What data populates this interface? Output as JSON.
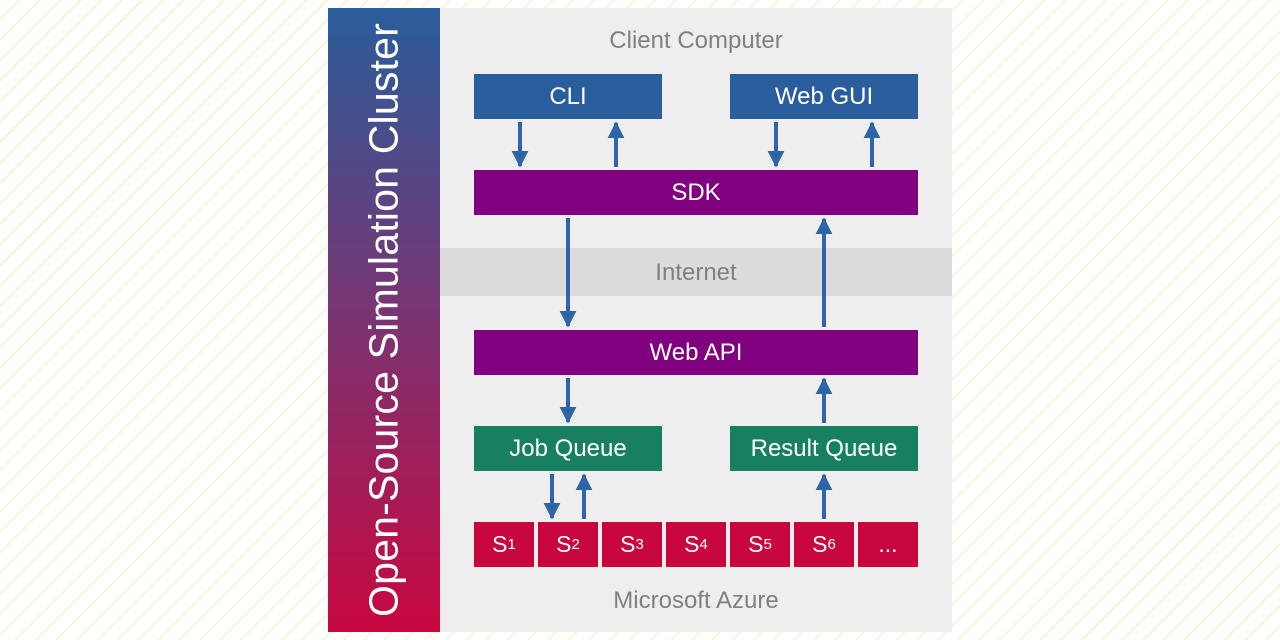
{
  "sidebar": {
    "title": "Open-Source Simulation Cluster"
  },
  "zones": {
    "client": "Client Computer",
    "internet": "Internet",
    "cloud": "Microsoft Azure"
  },
  "boxes": {
    "cli": "CLI",
    "web_gui": "Web GUI",
    "sdk": "SDK",
    "web_api": "Web API",
    "job_queue": "Job Queue",
    "result_queue": "Result Queue"
  },
  "simulators": [
    {
      "letter": "S",
      "index": "1"
    },
    {
      "letter": "S",
      "index": "2"
    },
    {
      "letter": "S",
      "index": "3"
    },
    {
      "letter": "S",
      "index": "4"
    },
    {
      "letter": "S",
      "index": "5"
    },
    {
      "letter": "S",
      "index": "6"
    }
  ],
  "simulators_more": "...",
  "colors": {
    "client_box": "#2a5d9b",
    "api_box": "#80007f",
    "queue_box": "#168060",
    "simulator_box": "#c8073f",
    "arrow": "#2e64a8",
    "panel": "#eeeeee",
    "internet_band": "#dcdcdc",
    "zone_label": "#808080"
  }
}
